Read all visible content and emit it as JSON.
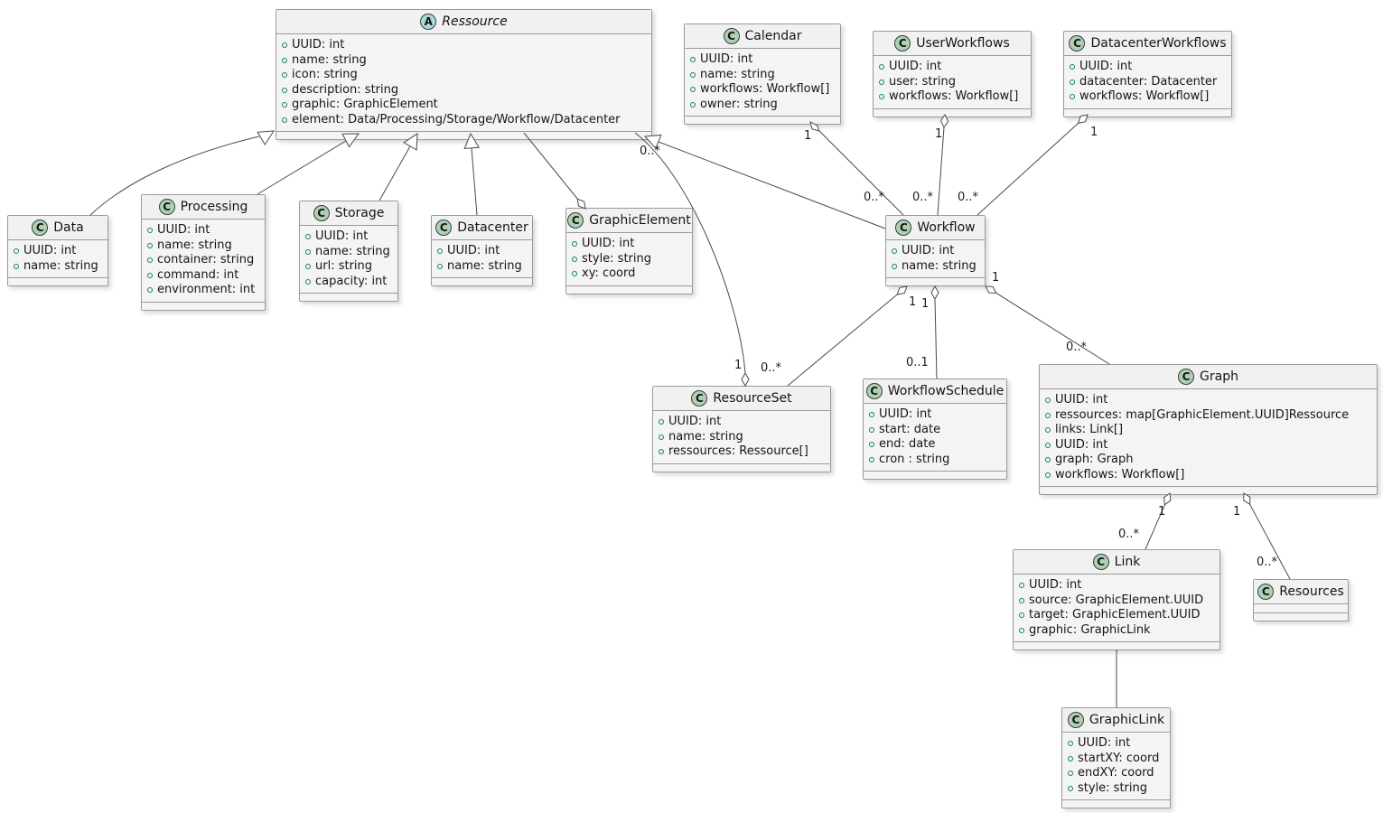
{
  "diagram": {
    "kind": "uml-class-diagram"
  },
  "colors": {
    "class_icon_bg": "#ADD1B2",
    "abstract_icon_bg": "#A9DCDF",
    "box_bg": "#F2F2F2",
    "box_border": "#9A9A9A",
    "line": "#4A4A4A",
    "field_icon": "#0B8A47"
  },
  "classes": {
    "ressource": {
      "icon": "A",
      "name": "Ressource",
      "attributes": [
        "UUID: int",
        "name: string",
        "icon: string",
        "description: string",
        "graphic: GraphicElement",
        "element: Data/Processing/Storage/Workflow/Datacenter"
      ]
    },
    "calendar": {
      "icon": "C",
      "name": "Calendar",
      "attributes": [
        "UUID: int",
        "name: string",
        "workflows: Workflow[]",
        "owner: string"
      ]
    },
    "user_workflows": {
      "icon": "C",
      "name": "UserWorkflows",
      "attributes": [
        "UUID: int",
        "user: string",
        "workflows: Workflow[]"
      ]
    },
    "datacenter_workflows": {
      "icon": "C",
      "name": "DatacenterWorkflows",
      "attributes": [
        "UUID: int",
        "datacenter: Datacenter",
        "workflows: Workflow[]"
      ]
    },
    "data": {
      "icon": "C",
      "name": "Data",
      "attributes": [
        "UUID: int",
        "name: string"
      ]
    },
    "processing": {
      "icon": "C",
      "name": "Processing",
      "attributes": [
        "UUID: int",
        "name: string",
        "container: string",
        "command: int",
        "environment: int"
      ]
    },
    "storage": {
      "icon": "C",
      "name": "Storage",
      "attributes": [
        "UUID: int",
        "name: string",
        "url: string",
        "capacity: int"
      ]
    },
    "datacenter": {
      "icon": "C",
      "name": "Datacenter",
      "attributes": [
        "UUID: int",
        "name: string"
      ]
    },
    "graphic_element": {
      "icon": "C",
      "name": "GraphicElement",
      "attributes": [
        "UUID: int",
        "style: string",
        "xy: coord"
      ]
    },
    "workflow": {
      "icon": "C",
      "name": "Workflow",
      "attributes": [
        "UUID: int",
        "name: string"
      ]
    },
    "resource_set": {
      "icon": "C",
      "name": "ResourceSet",
      "attributes": [
        "UUID: int",
        "name: string",
        "ressources: Ressource[]"
      ]
    },
    "workflow_schedule": {
      "icon": "C",
      "name": "WorkflowSchedule",
      "attributes": [
        "UUID: int",
        "start: date",
        "end: date",
        "cron : string"
      ]
    },
    "graph": {
      "icon": "C",
      "name": "Graph",
      "attributes": [
        "UUID: int",
        "ressources: map[GraphicElement.UUID]Ressource",
        "links: Link[]",
        "UUID: int",
        "graph: Graph",
        "workflows: Workflow[]"
      ]
    },
    "link": {
      "icon": "C",
      "name": "Link",
      "attributes": [
        "UUID: int",
        "source: GraphicElement.UUID",
        "target: GraphicElement.UUID",
        "graphic: GraphicLink"
      ]
    },
    "resources": {
      "icon": "C",
      "name": "Resources",
      "attributes": []
    },
    "graphic_link": {
      "icon": "C",
      "name": "GraphicLink",
      "attributes": [
        "UUID: int",
        "startXY: coord",
        "endXY: coord",
        "style: string"
      ]
    }
  },
  "edges": {
    "data_extends_ressource": {
      "type": "generalization",
      "from": "Data",
      "to": "Ressource"
    },
    "processing_extends_ressource": {
      "type": "generalization",
      "from": "Processing",
      "to": "Ressource"
    },
    "storage_extends_ressource": {
      "type": "generalization",
      "from": "Storage",
      "to": "Ressource"
    },
    "datacenter_extends_ressource": {
      "type": "generalization",
      "from": "Datacenter",
      "to": "Ressource"
    },
    "workflow_extends_ressource": {
      "type": "generalization",
      "from": "Workflow",
      "to": "Ressource"
    },
    "ressource_graphicelement": {
      "type": "aggregation",
      "from": "Ressource",
      "to": "GraphicElement"
    },
    "resourceset_ressource": {
      "type": "aggregation",
      "owner": "ResourceSet",
      "owner_mult": "1",
      "member": "Ressource",
      "member_mult": "0..*"
    },
    "calendar_workflow": {
      "type": "aggregation",
      "owner": "Calendar",
      "owner_mult": "1",
      "member": "Workflow",
      "member_mult": "0..*"
    },
    "userworkflows_workflow": {
      "type": "aggregation",
      "owner": "UserWorkflows",
      "owner_mult": "1",
      "member": "Workflow",
      "member_mult": "0..*"
    },
    "datacenterworkflows_workflow": {
      "type": "aggregation",
      "owner": "DatacenterWorkflows",
      "owner_mult": "1",
      "member": "Workflow",
      "member_mult": "0..*"
    },
    "workflow_resourceset": {
      "type": "aggregation",
      "owner": "Workflow",
      "owner_mult": "1",
      "member": "ResourceSet",
      "member_mult": "0..*"
    },
    "workflow_workflowschedule": {
      "type": "aggregation",
      "owner": "Workflow",
      "owner_mult": "1",
      "member": "WorkflowSchedule",
      "member_mult": "0..1"
    },
    "workflow_graph": {
      "type": "aggregation",
      "owner": "Workflow",
      "owner_mult": "1",
      "member": "Graph",
      "member_mult": "0..*"
    },
    "graph_link": {
      "type": "aggregation",
      "owner": "Graph",
      "owner_mult": "1",
      "member": "Link",
      "member_mult": "0..*"
    },
    "graph_resources": {
      "type": "aggregation",
      "owner": "Graph",
      "owner_mult": "1",
      "member": "Resources",
      "member_mult": "0..*"
    },
    "link_graphiclink": {
      "type": "association",
      "from": "Link",
      "to": "GraphicLink"
    }
  }
}
